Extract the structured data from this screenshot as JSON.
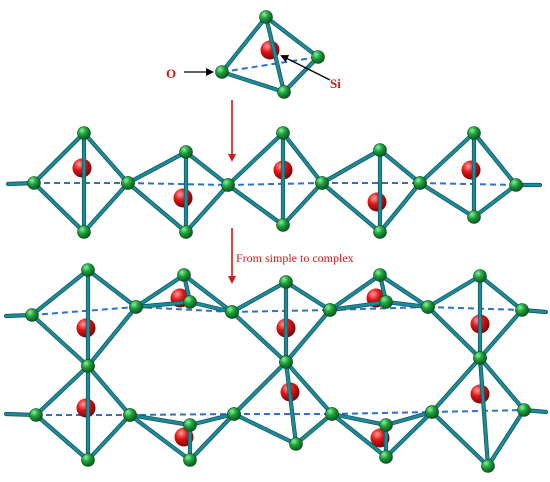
{
  "labels": {
    "oxygen": "O",
    "silicon": "Si",
    "caption": "From simple to complex"
  },
  "colors": {
    "oxygen_atom": "#1e9a3a",
    "silicon_atom": "#e01a1a",
    "bond": "#1f8a96",
    "bond_dark": "#0f5c66",
    "hidden_edge": "#2f6fd0",
    "label_text": "#d01818",
    "arrow": "#d01818"
  }
}
